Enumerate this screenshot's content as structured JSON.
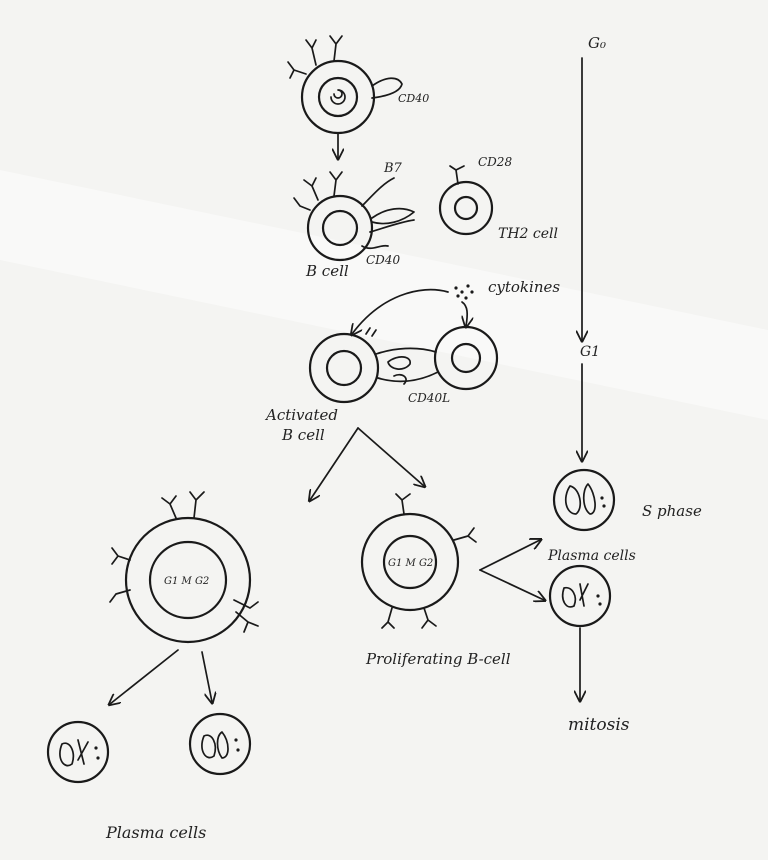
{
  "labels": {
    "g0": "G₀",
    "cd40_top": "CD40",
    "b7": "B7",
    "cd28": "CD28",
    "th2_cell": "TH2 cell",
    "b_cell": "B cell",
    "cd40_mid": "CD40",
    "cytokines": "cytokines",
    "g1": "G1",
    "cd40l": "CD40L",
    "activated": "Activated",
    "b_cell_2": "B cell",
    "s_phase": "S phase",
    "plasma_cells_right": "Plasma cells",
    "proliferating": "Proliferating B-cell",
    "mitosis": "mitosis",
    "plasma_cells_bottom": "Plasma cells",
    "nucleus_left": "G1 M G2",
    "nucleus_mid": "G1 M G2"
  },
  "colors": {
    "background": "#f4f4f2",
    "ink": "#1a1a1a"
  }
}
